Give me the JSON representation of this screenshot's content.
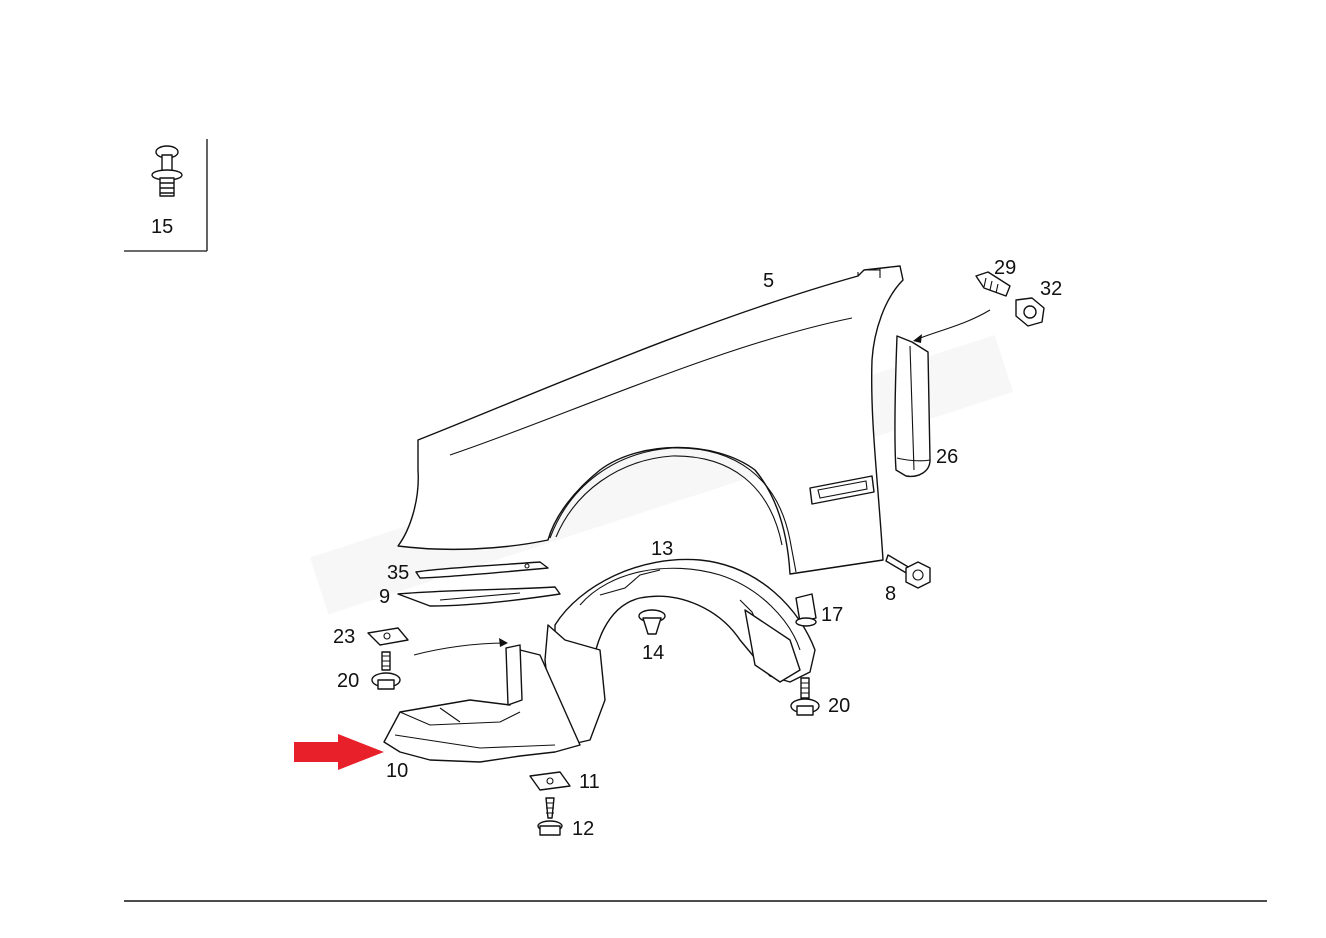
{
  "diagram": {
    "parts": {
      "p15": "15",
      "p5": "5",
      "p29": "29",
      "p32": "32",
      "p26": "26",
      "p13": "13",
      "p35": "35",
      "p9": "9",
      "p8": "8",
      "p17": "17",
      "p23": "23",
      "p14": "14",
      "p20a": "20",
      "p20b": "20",
      "p10": "10",
      "p11": "11",
      "p12": "12"
    },
    "colors": {
      "line": "#111111",
      "highlight_arrow": "#e8202a",
      "background": "#ffffff"
    },
    "icons": {
      "highlight": "right-arrow-icon"
    }
  }
}
